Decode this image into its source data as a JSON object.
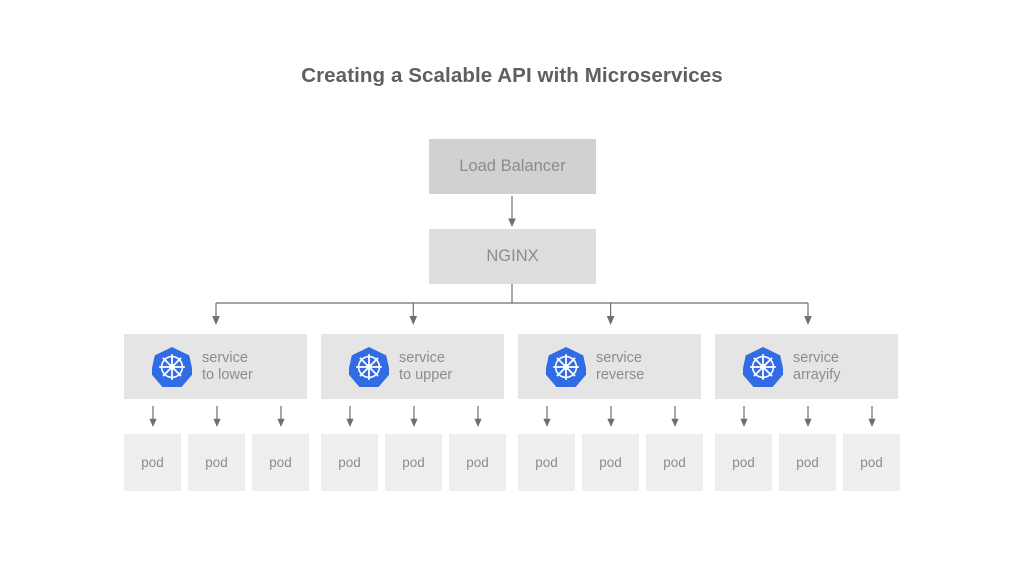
{
  "diagram": {
    "title": "Creating a Scalable API with Microservices",
    "colors": {
      "background": "#ffffff",
      "title_text": "#5d6063",
      "node_text": "#8a8d8f",
      "load_balancer_fill": "#d0d1d0",
      "nginx_fill": "#dddddd",
      "service_fill": "#e5e5e5",
      "pod_fill": "#eeeeee",
      "connector_stroke": "#6e6e6e",
      "kubernetes_blue": "#326ce5"
    },
    "nodes": {
      "load_balancer": {
        "label": "Load Balancer"
      },
      "nginx": {
        "label": "NGINX"
      }
    },
    "services": [
      {
        "icon": "kubernetes-icon",
        "label_line1": "service",
        "label_line2": "to lower",
        "pods": [
          {
            "label": "pod"
          },
          {
            "label": "pod"
          },
          {
            "label": "pod"
          }
        ]
      },
      {
        "icon": "kubernetes-icon",
        "label_line1": "service",
        "label_line2": "to upper",
        "pods": [
          {
            "label": "pod"
          },
          {
            "label": "pod"
          },
          {
            "label": "pod"
          }
        ]
      },
      {
        "icon": "kubernetes-icon",
        "label_line1": "service",
        "label_line2": "reverse",
        "pods": [
          {
            "label": "pod"
          },
          {
            "label": "pod"
          },
          {
            "label": "pod"
          }
        ]
      },
      {
        "icon": "kubernetes-icon",
        "label_line1": "service",
        "label_line2": "arrayify",
        "pods": [
          {
            "label": "pod"
          },
          {
            "label": "pod"
          },
          {
            "label": "pod"
          }
        ]
      }
    ]
  }
}
